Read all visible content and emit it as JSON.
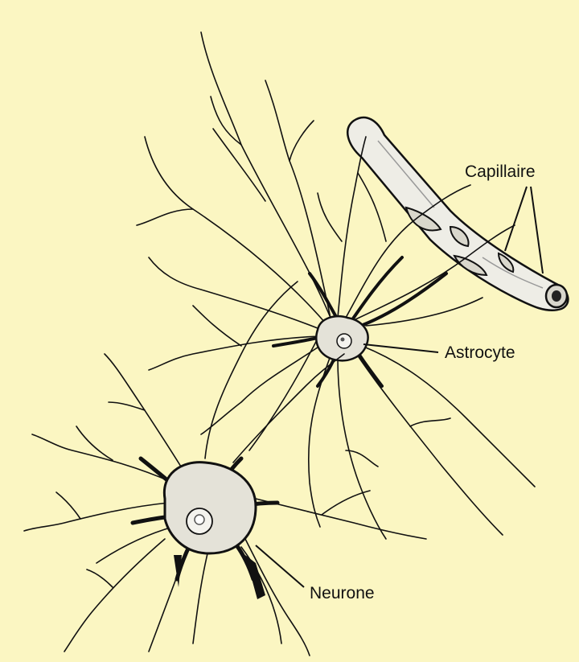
{
  "labels": {
    "capillary": "Capillaire",
    "astrocyte": "Astrocyte",
    "neuron": "Neurone"
  },
  "colors": {
    "background": "#fbf6c2",
    "ink": "#111111",
    "cell_fill": "#e4e2d8",
    "vessel_fill": "#eeede6"
  }
}
